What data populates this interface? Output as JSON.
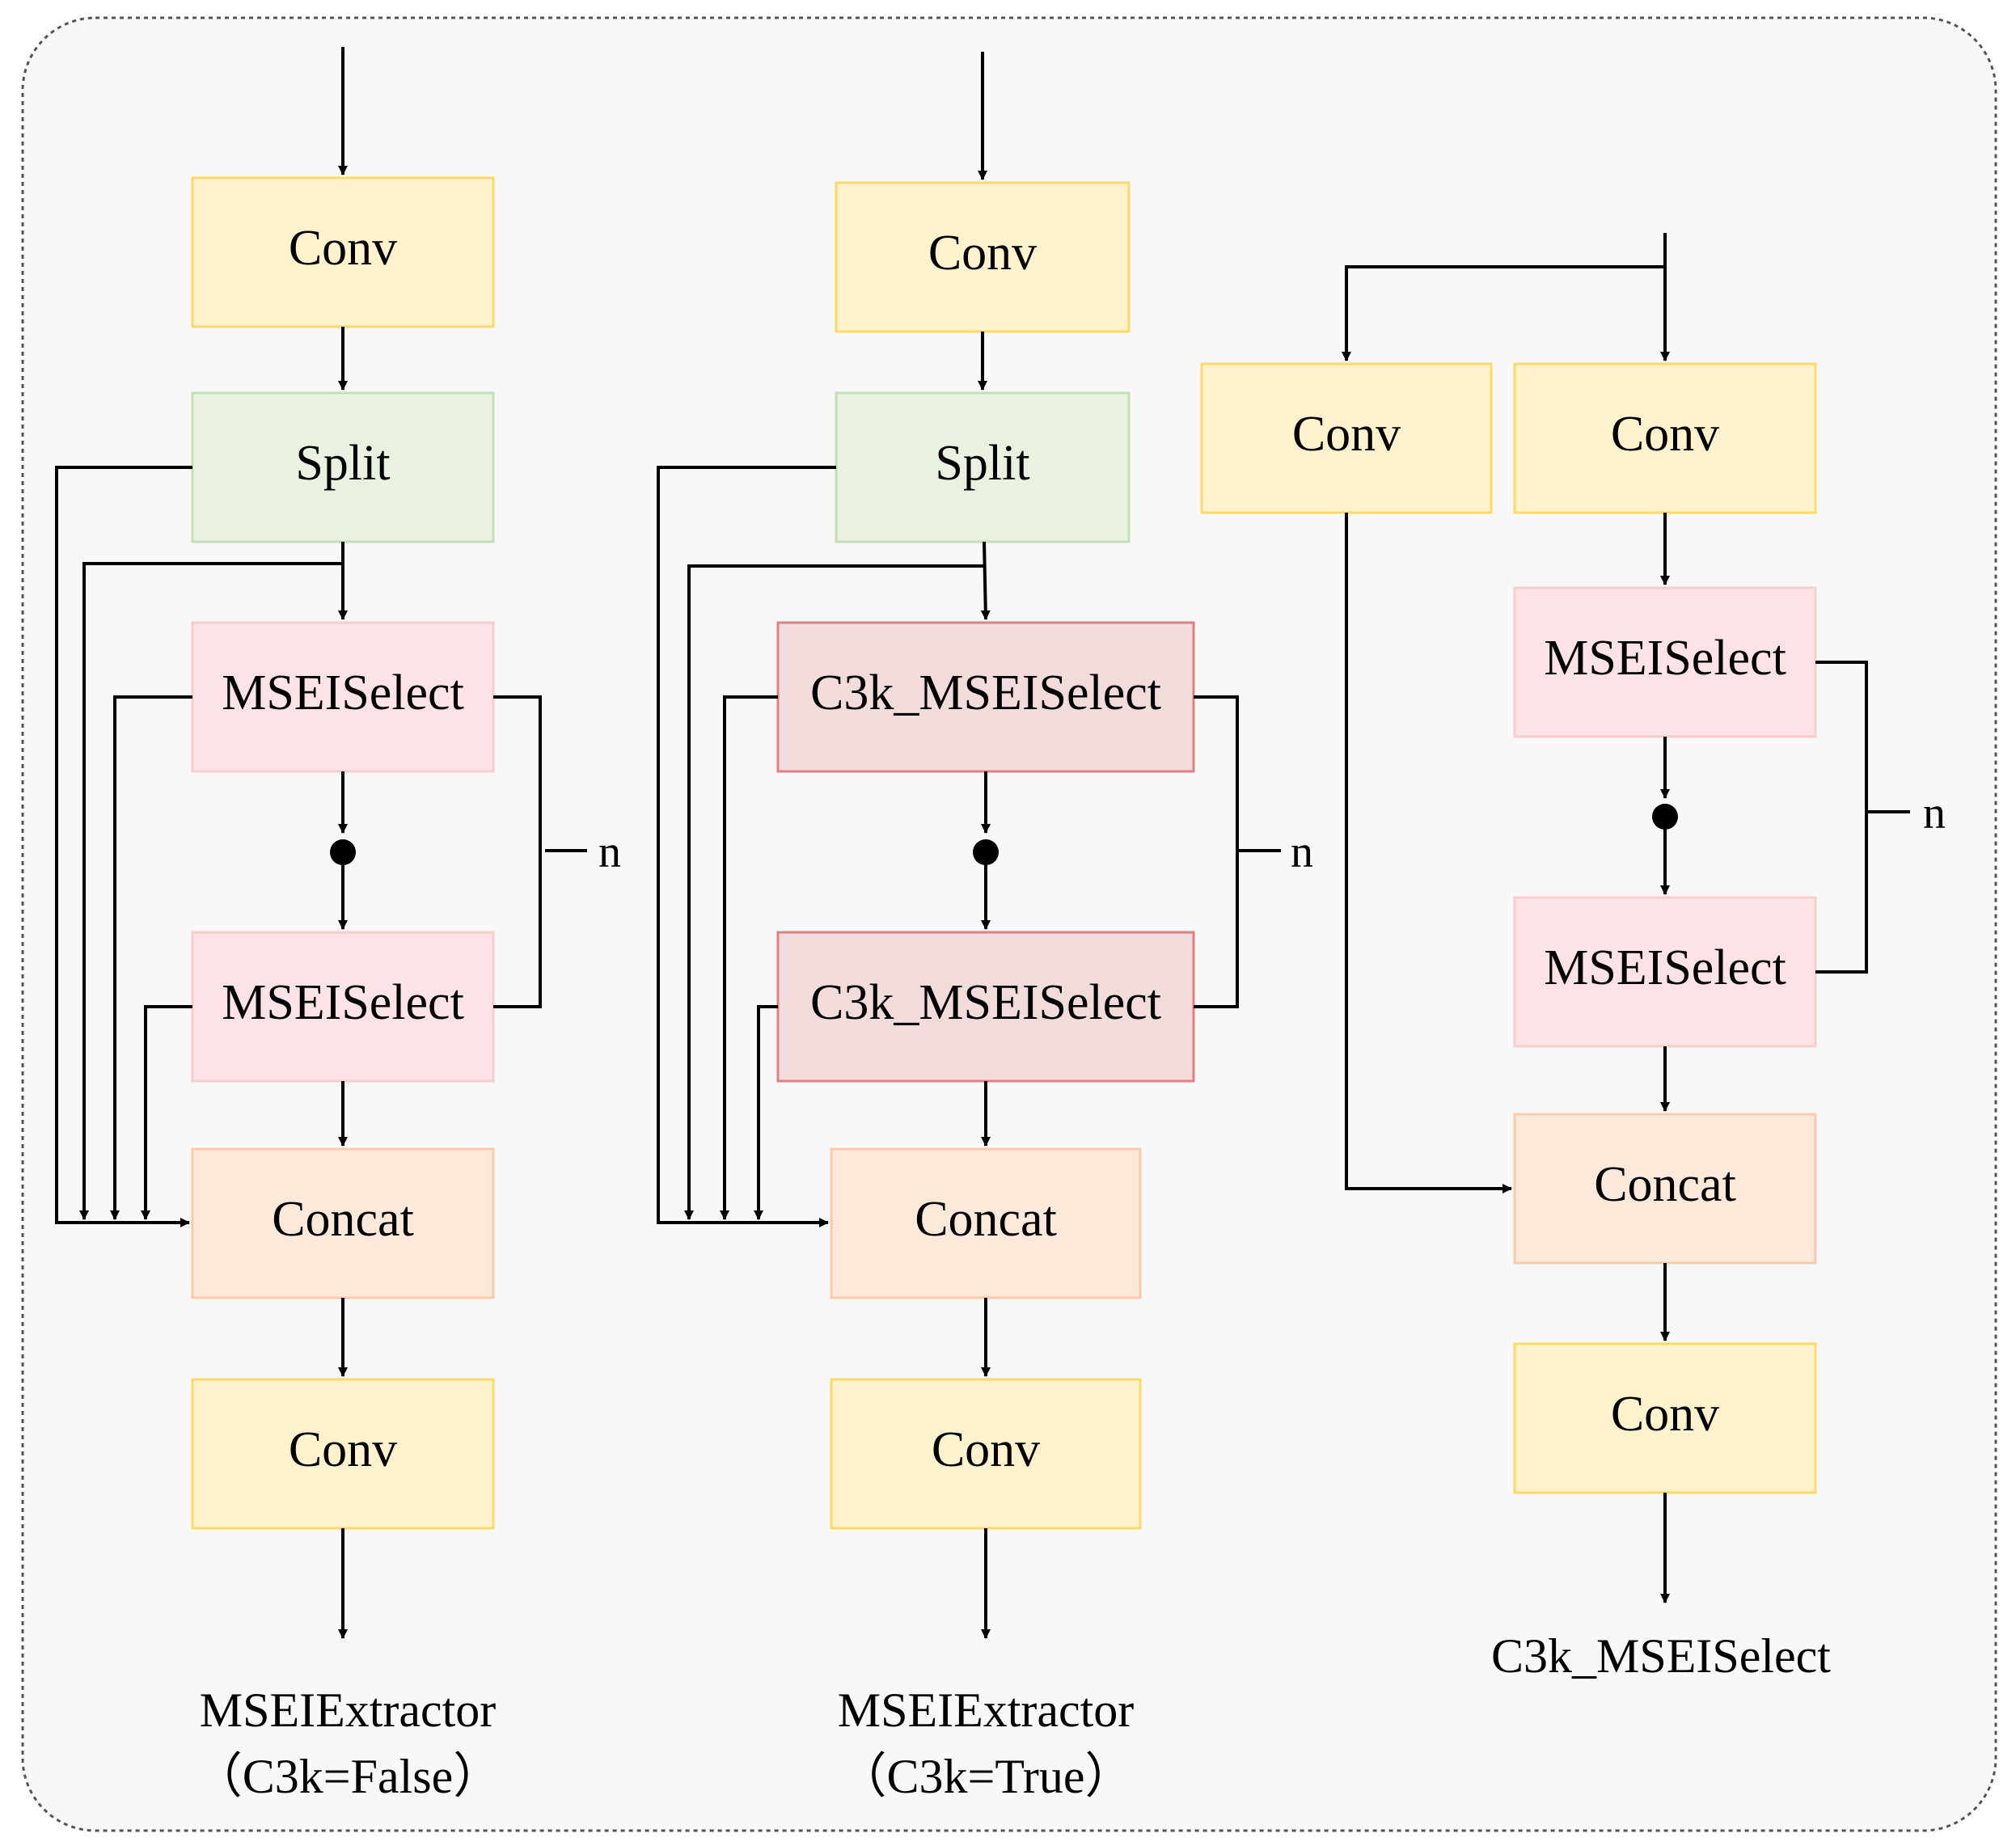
{
  "colors": {
    "background": "#f8f8f8",
    "conv_fill": "#fff2cc",
    "conv_stroke": "#ffd966",
    "split_fill": "#e9f2e1",
    "split_stroke": "#c5deb5",
    "msei_fill": "#fde3e6",
    "msei_stroke": "#f8cecc",
    "c3k_fill": "#f2dcdb",
    "c3k_stroke": "#e08080",
    "concat_fill": "#fde9da",
    "concat_stroke": "#f8cbad",
    "line": "#000000"
  },
  "panel_left": {
    "conv_top": "Conv",
    "split": "Split",
    "block_top": "MSEISelect",
    "block_bottom": "MSEISelect",
    "repeat_label": "n",
    "concat": "Concat",
    "conv_bottom": "Conv",
    "caption_line1": "MSEIExtractor",
    "caption_line2": "（C3k=False）"
  },
  "panel_middle": {
    "conv_top": "Conv",
    "split": "Split",
    "block_top": "C3k_MSEISelect",
    "block_bottom": "C3k_MSEISelect",
    "repeat_label": "n",
    "concat": "Concat",
    "conv_bottom": "Conv",
    "caption_line1": "MSEIExtractor",
    "caption_line2": "（C3k=True）"
  },
  "panel_right": {
    "conv_left": "Conv",
    "conv_right": "Conv",
    "block_top": "MSEISelect",
    "block_bottom": "MSEISelect",
    "repeat_label": "n",
    "concat": "Concat",
    "conv_bottom": "Conv",
    "caption": "C3k_MSEISelect"
  }
}
